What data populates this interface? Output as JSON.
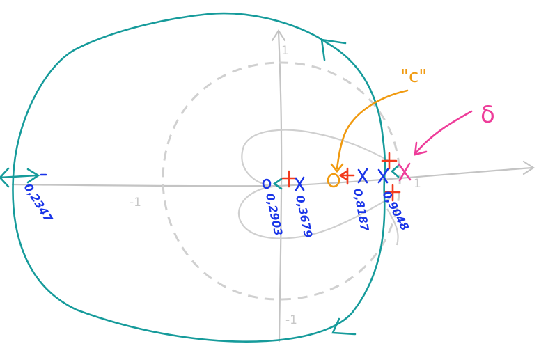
{
  "diagram": {
    "axis_labels": {
      "imag_pos": "1",
      "imag_neg": "-1",
      "real_neg": "-1",
      "real_pos": "1"
    },
    "annotations": {
      "quote_c": "\"c\"",
      "delta": "δ"
    },
    "point_labels": {
      "left_outer": "0,2347",
      "zero_center": "0,2903",
      "pole_1": "0,3679",
      "pole_2": "0,8187",
      "pole_3": "0,9048"
    },
    "colors": {
      "contour": "#169b9b",
      "axis": "#c4c4c4",
      "unit_circle": "#d0d0d0",
      "locus": "#cfcfcf",
      "poles_zeros": "#1a35e8",
      "red_marks": "#f23a1e",
      "orange": "#f09a10",
      "pink": "#ee3d9a"
    }
  }
}
